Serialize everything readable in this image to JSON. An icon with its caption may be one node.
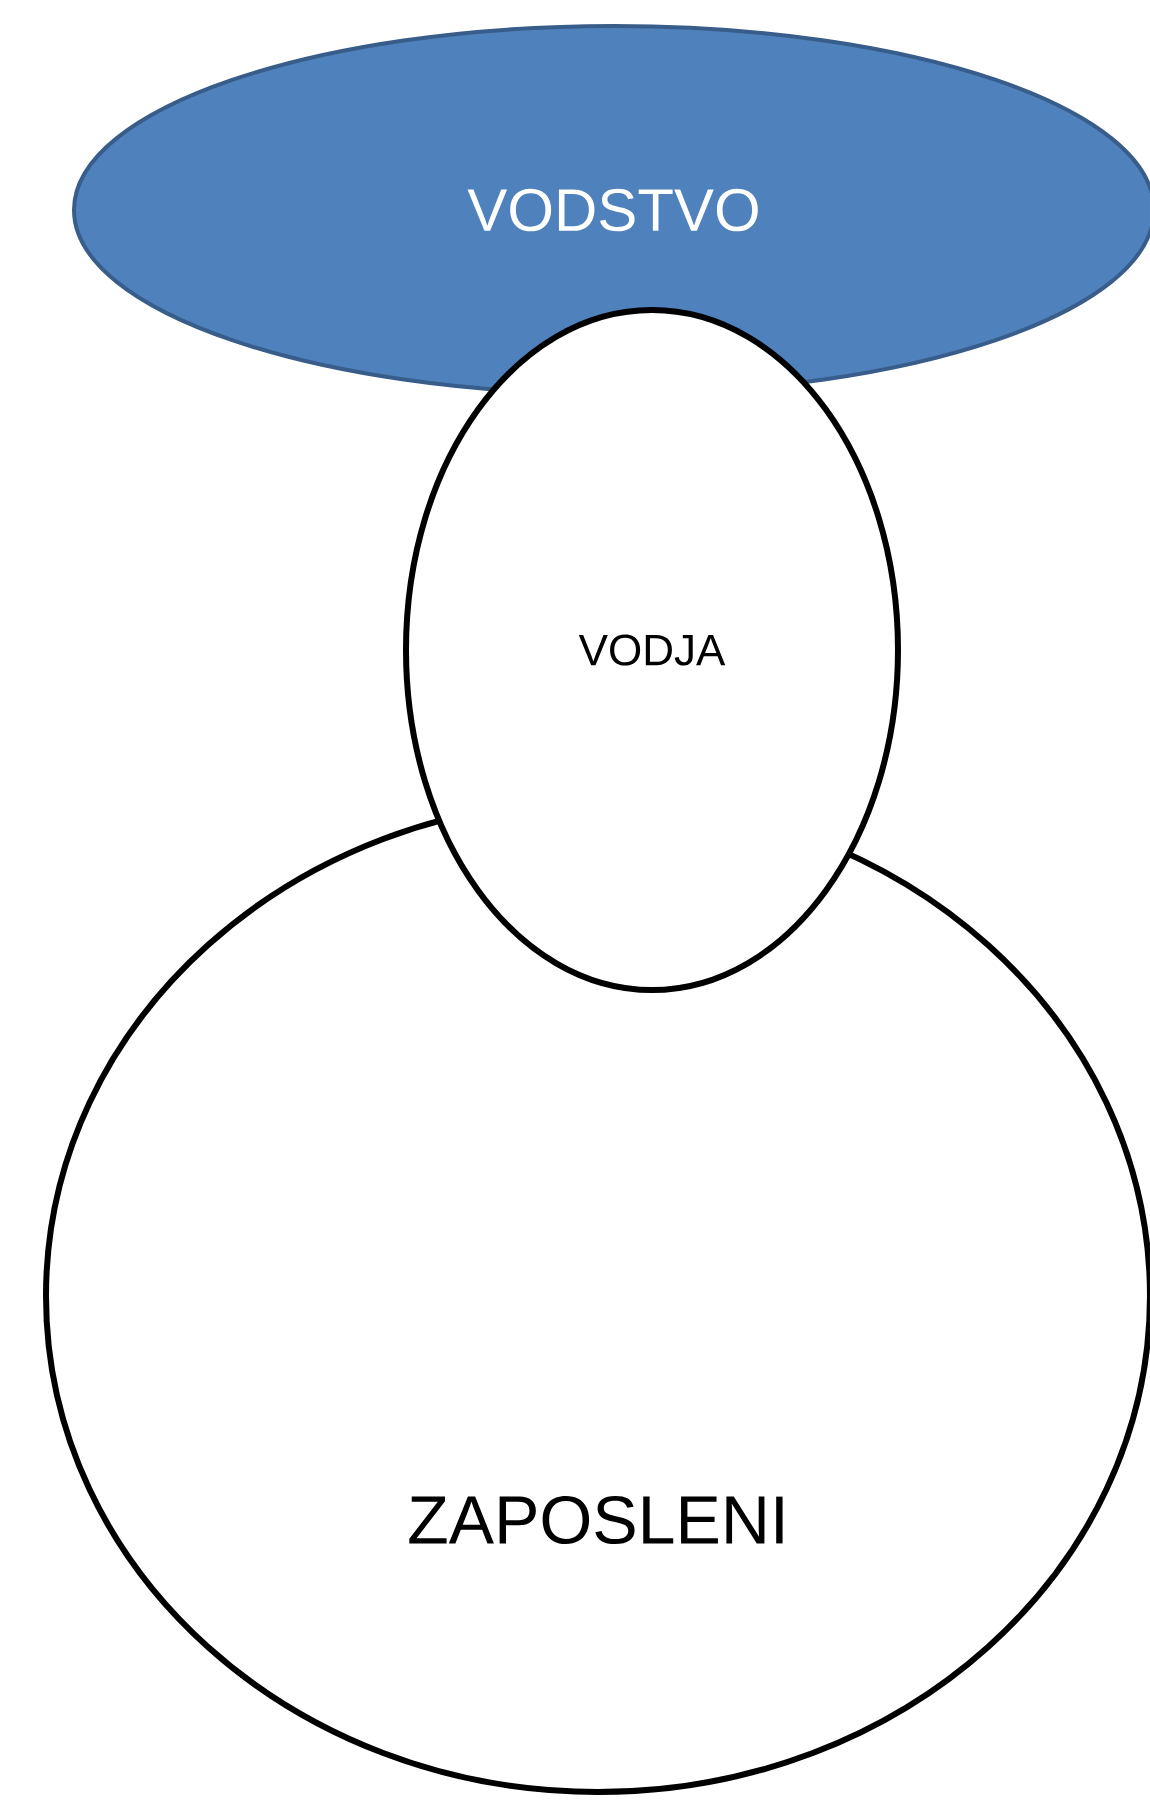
{
  "diagram": {
    "nodes": [
      {
        "text": [
          "VODSTVO"
        ]
      },
      {
        "text": [
          "VODJA"
        ]
      },
      {
        "text": [
          "ZAPOSLENI"
        ]
      }
    ]
  }
}
